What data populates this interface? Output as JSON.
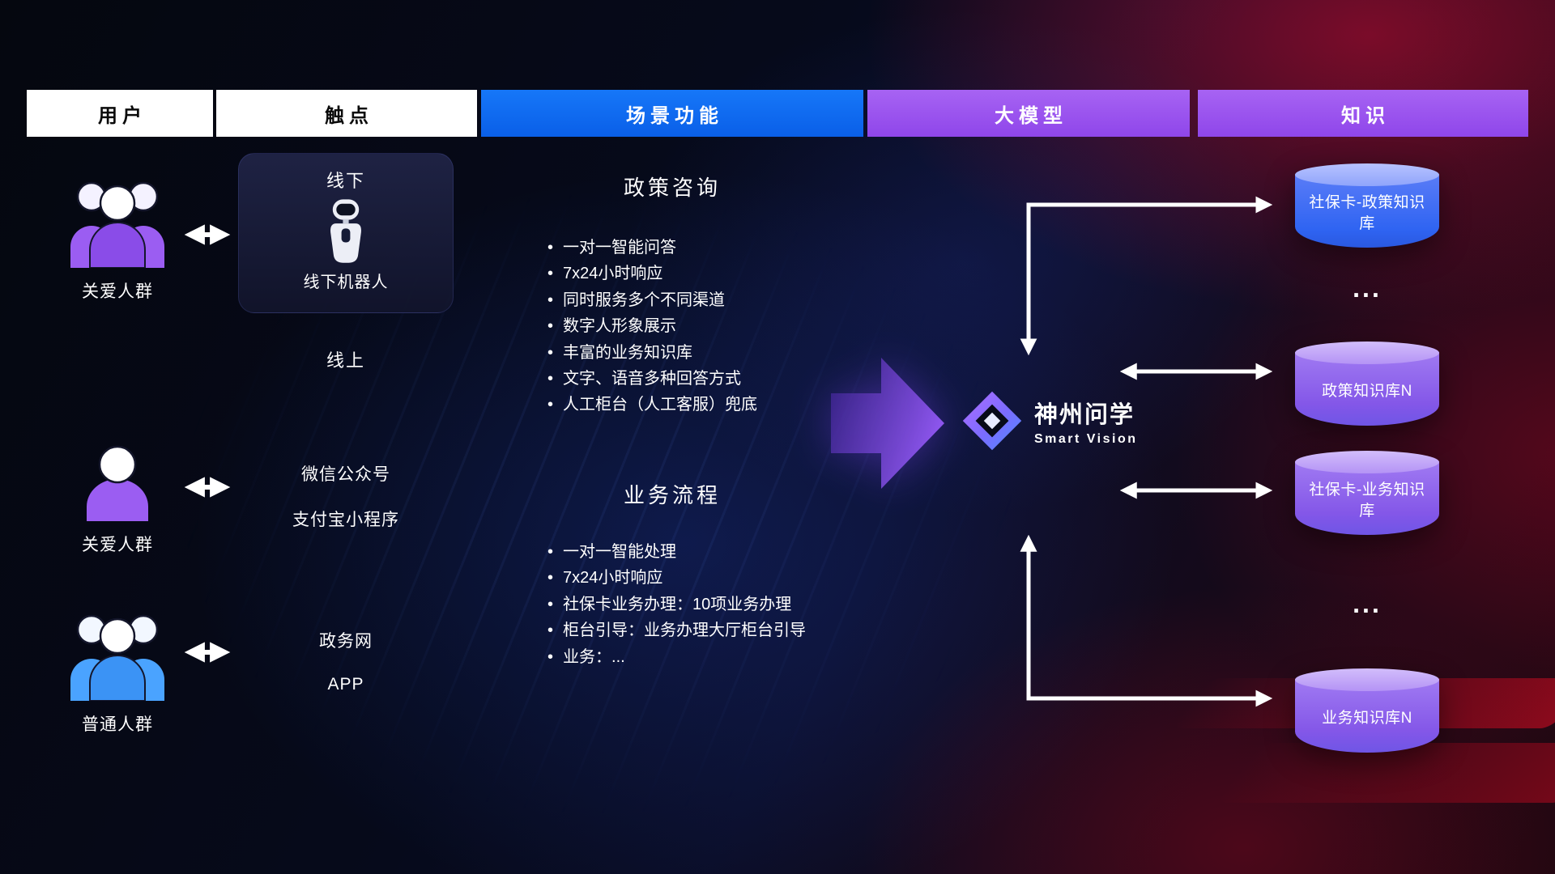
{
  "headers": [
    "用户",
    "触点",
    "场景功能",
    "大模型",
    "知识"
  ],
  "users": {
    "group1": {
      "label": "关爱人群",
      "icon": "people-group",
      "color": "#9b5df2"
    },
    "group2": {
      "label": "关爱人群",
      "icon": "person",
      "color": "#9b5df2"
    },
    "group3": {
      "label": "普通人群",
      "icon": "people-group",
      "color": "#4aa3ff"
    }
  },
  "touchpoints": {
    "offline_title": "线下",
    "offline_robot_label": "线下机器人",
    "online_title": "线上",
    "channels": [
      "微信公众号",
      "支付宝小程序",
      "政务网",
      "APP"
    ]
  },
  "scenario": {
    "policy": {
      "title": "政策咨询",
      "items": [
        "一对一智能问答",
        "7x24小时响应",
        "同时服务多个不同渠道",
        "数字人形象展示",
        "丰富的业务知识库",
        "文字、语音多种回答方式",
        "人工柜台（人工客服）兜底"
      ]
    },
    "business": {
      "title": "业务流程",
      "items": [
        "一对一智能处理",
        "7x24小时响应",
        "社保卡业务办理：10项业务办理",
        "柜台引导：业务办理大厅柜台引导",
        "业务：..."
      ]
    }
  },
  "model": {
    "name": "神州问学",
    "subtitle": "Smart Vision"
  },
  "knowledge": {
    "db1": "社保卡-政策知识库",
    "ellipsis1": "...",
    "db2": "政策知识库N",
    "db3": "社保卡-业务知识库",
    "ellipsis2": "...",
    "db4": "业务知识库N"
  },
  "colors": {
    "header_blue": "#0d6bf5",
    "header_purple": "#9b55ef",
    "user_icon_purple": "#9b5df2",
    "user_icon_blue": "#4aa3ff",
    "cylinder_blue": "#2f64f2",
    "cylinder_purple": "#8457e8",
    "connector_arrow": "#ffffff",
    "flow_arrow_purple": "#8a4cf0"
  }
}
